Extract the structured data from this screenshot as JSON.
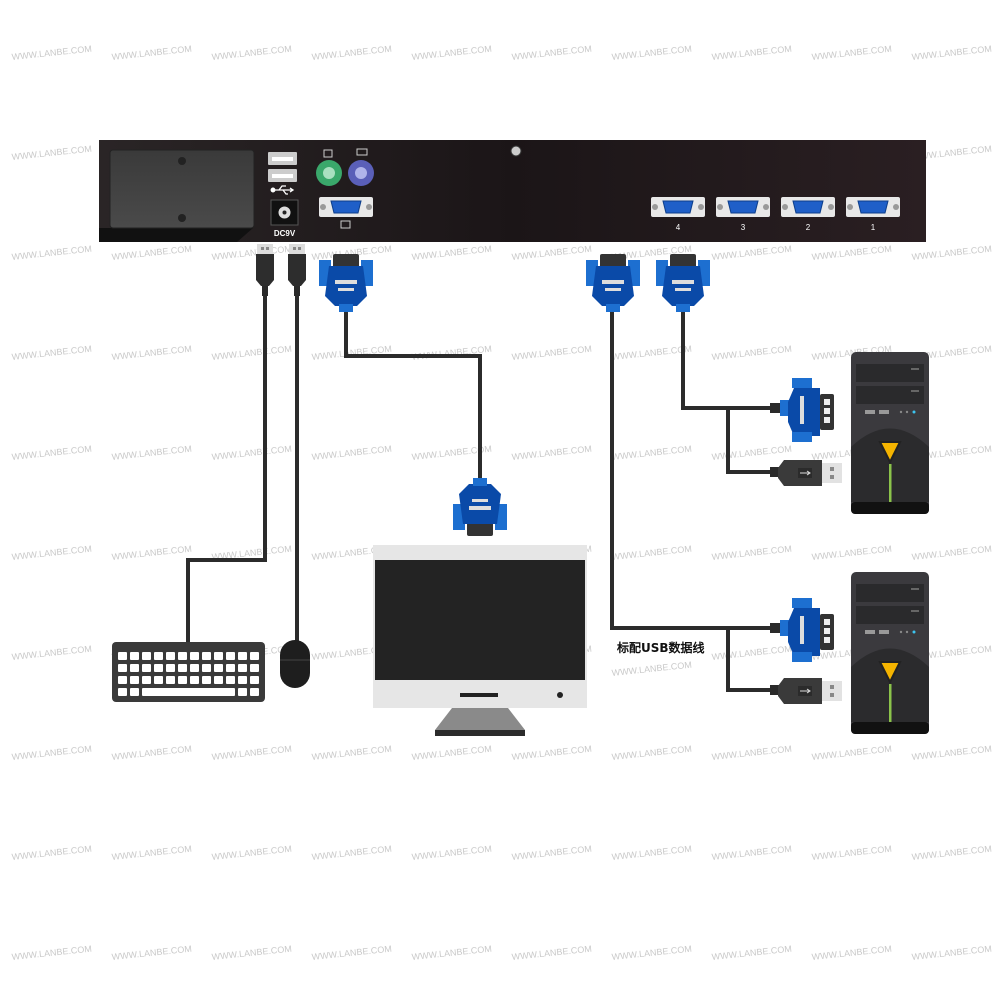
{
  "watermark": "WWW.LANBE.COM",
  "kvm": {
    "power_label": "DC9V",
    "ports": [
      "4",
      "3",
      "2",
      "1"
    ]
  },
  "cable_label": "标配USB数据线",
  "colors": {
    "vga_blue": "#0a4aa8",
    "cable": "#2b2b2b",
    "panel": "#1c1618",
    "ps2_keyboard": "#3aa86b",
    "ps2_mouse": "#5a5fb8",
    "pc_led": "#f5b400",
    "pc_stripe": "#8bc34a"
  }
}
